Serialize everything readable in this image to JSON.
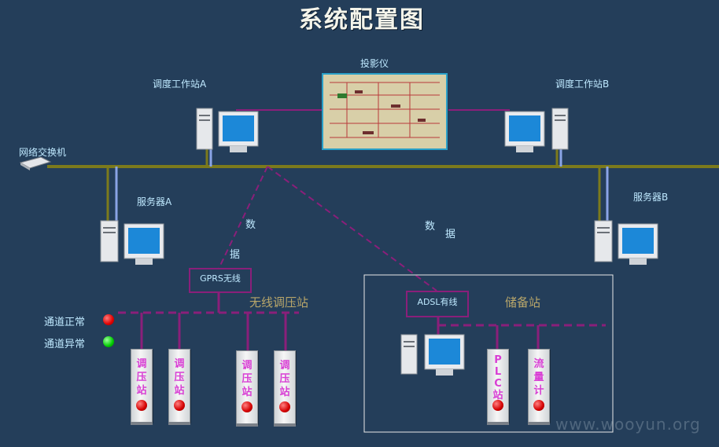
{
  "title": "系统配置图",
  "labels": {
    "projector": "投影仪",
    "workstation_a": "调度工作站A",
    "workstation_b": "调度工作站B",
    "switch": "网络交换机",
    "server_a": "服务器A",
    "server_b": "服务器B",
    "data_char_1": "数",
    "data_char_2": "据",
    "data_char_3": "数",
    "data_char_4": "据",
    "gprs": "GPRS无线",
    "wireless_group": "无线调压站",
    "adsl": "ADSL有线",
    "storage_group": "储备站"
  },
  "legend": [
    {
      "label": "通道正常",
      "color": "#e00000"
    },
    {
      "label": "通道异常",
      "color": "#00cc00"
    }
  ],
  "stations": [
    {
      "lines": [
        "调",
        "压",
        "站"
      ]
    },
    {
      "lines": [
        "调",
        "压",
        "站"
      ]
    },
    {
      "lines": [
        "调",
        "压",
        "站"
      ]
    },
    {
      "lines": [
        "调",
        "压",
        "站"
      ]
    },
    {
      "lines": [
        "P",
        "L",
        "C",
        "站"
      ]
    },
    {
      "lines": [
        "流",
        "量",
        "计"
      ]
    }
  ],
  "watermark": "www.wooyun.org",
  "colors": {
    "background": "#243e5a",
    "bus_line": "#7c7a1c",
    "link_purple": "#8a1f7a",
    "accent_text": "#bfe9ff"
  }
}
